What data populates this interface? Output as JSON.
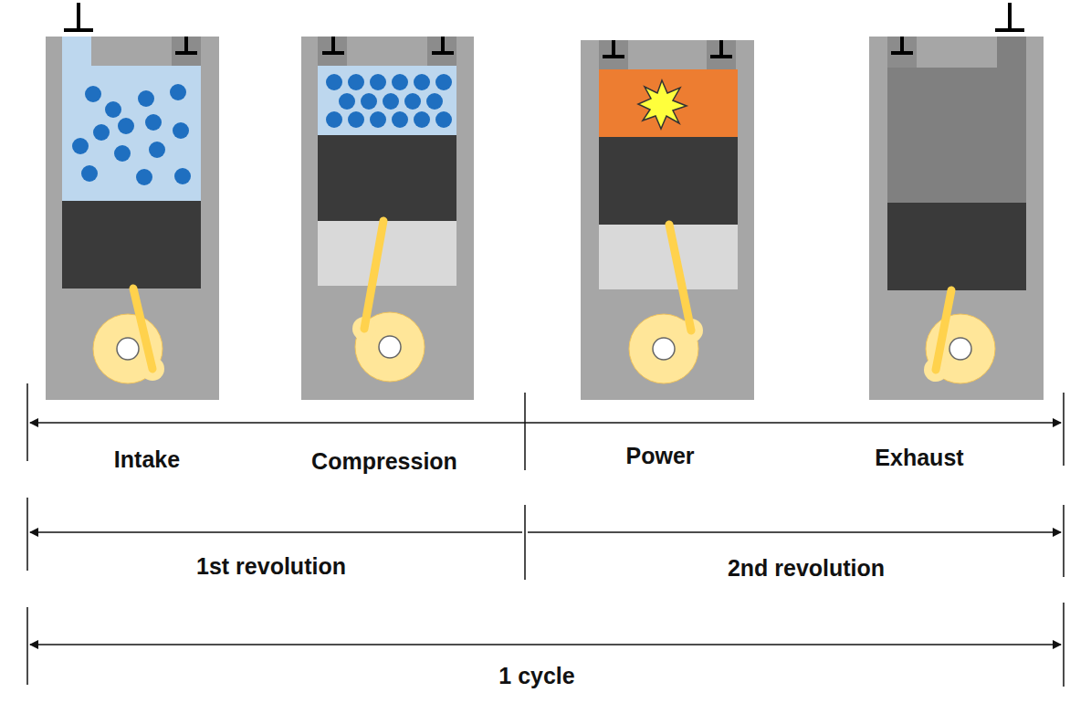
{
  "diagram": {
    "labels": [
      "Intake",
      "Compression",
      "Power",
      "Exhaust",
      "1st revolution",
      "2nd revolution",
      "1 cycle"
    ]
  }
}
